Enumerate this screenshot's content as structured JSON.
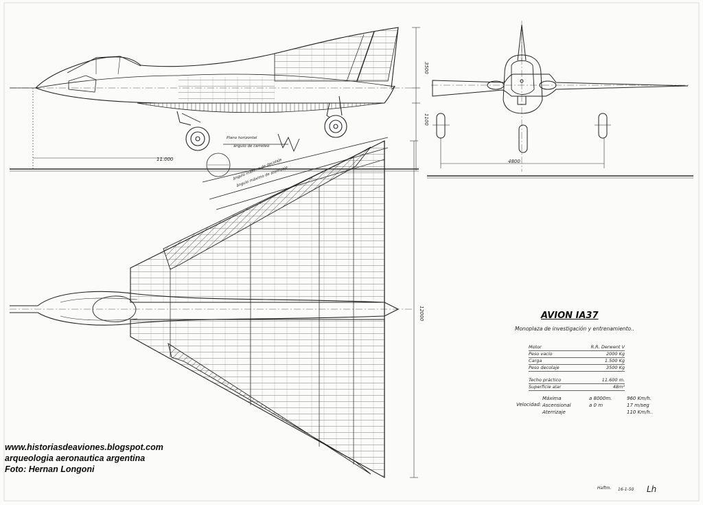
{
  "drawing": {
    "title": "AVION IA37",
    "subtitle": "Monoplaza de investigación y entrenamiento.."
  },
  "specs": {
    "rows": [
      {
        "key": "Motor",
        "value": "R.R. Derwent V"
      },
      {
        "key": "Peso vacío",
        "value": "2000 Kg"
      },
      {
        "key": "Carga",
        "value": "1.500 Kg"
      },
      {
        "key": "Peso decolaje",
        "value": "3500 Kg"
      },
      {
        "key": "Techo práctico",
        "value": "11.600 m."
      },
      {
        "key": "Superficie alar",
        "value": "48m²"
      }
    ],
    "velocity_label": "Velocidad:",
    "velocity_rows": [
      {
        "key": "Máxima",
        "cond": "a 8000m.",
        "value": "960 Km/h."
      },
      {
        "key": "Ascensional",
        "cond": "a 0 m",
        "value": "17 m/seg"
      },
      {
        "key": "Aterrizaje",
        "cond": "",
        "value": "110 Km/h.."
      }
    ]
  },
  "dimensions": {
    "side_height": "3500",
    "side_height_lower": "1100",
    "side_length": "11.000",
    "front_span": "4800",
    "plan_span": "12000"
  },
  "annotations": {
    "horizontal_plane": "Plano horizontal",
    "ground_angle": "ángulo de carreteo",
    "attack_angle": "ángulo máximo de decolaje",
    "landing_angle": "ángulo máximo de aterrizaje"
  },
  "signature": {
    "name": "Haftm.",
    "date": "16-1-50",
    "initials": "Lh"
  },
  "credits": [
    "www.historiasdeaviones.blogspot.com",
    "arqueologia aeronautica argentina",
    "Foto: Hernan Longoni"
  ]
}
